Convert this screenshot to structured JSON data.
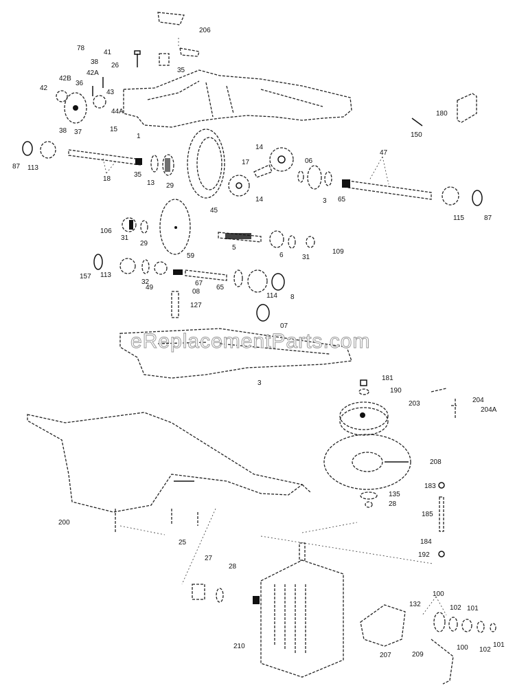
{
  "diagram": {
    "title": "Transaxle Exploded Parts Diagram",
    "watermark": "eReplacementParts.com",
    "labels": [
      "206",
      "78",
      "41",
      "38",
      "26",
      "35",
      "42A",
      "42B",
      "36",
      "42",
      "43",
      "44A",
      "38",
      "37",
      "15",
      "1",
      "87",
      "113",
      "18",
      "35",
      "13",
      "29",
      "45",
      "17",
      "14",
      "14",
      "06",
      "3",
      "65",
      "47",
      "115",
      "87",
      "180",
      "150",
      "106",
      "31",
      "29",
      "59",
      "5",
      "6",
      "31",
      "109",
      "157",
      "113",
      "32",
      "49",
      "67",
      "08",
      "65",
      "114",
      "8",
      "127",
      "07",
      "3",
      "181",
      "190",
      "203",
      "204",
      "204A",
      "208",
      "183",
      "135",
      "28",
      "185",
      "184",
      "192",
      "200",
      "25",
      "27",
      "28",
      "210",
      "100",
      "132",
      "102",
      "101",
      "207",
      "209",
      "100",
      "102",
      "101"
    ]
  }
}
